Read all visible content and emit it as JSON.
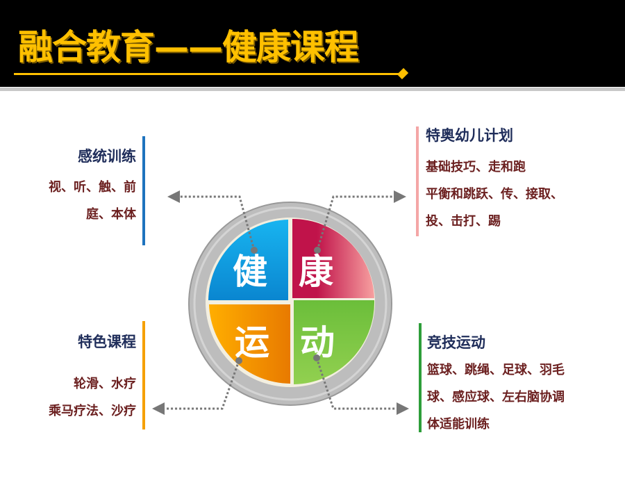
{
  "title": "融合教育——健康课程",
  "center": {
    "quadrants": [
      "健",
      "康",
      "运",
      "动"
    ]
  },
  "blocks": {
    "top_left": {
      "title": "感统训练",
      "lines": [
        "视、听、触、前",
        "庭、本体"
      ]
    },
    "top_right": {
      "title": "特奥幼儿计划",
      "lines": [
        "基础技巧、走和跑",
        "平衡和跳跃、传、接取、",
        "投、击打、踢"
      ]
    },
    "bottom_left": {
      "title": "特色课程",
      "lines": [
        "轮滑、水疗",
        "乘马疗法、沙疗"
      ]
    },
    "bottom_right": {
      "title": "竞技运动",
      "lines": [
        "篮球、跳绳、足球、羽毛",
        "球、感应球、左右脑协调",
        "体适能训练"
      ]
    }
  },
  "colors": {
    "title": "#FFC000",
    "blue": "#1AA3E8",
    "red": "#C0134A",
    "orange": "#F5A000",
    "green": "#7DC242"
  }
}
